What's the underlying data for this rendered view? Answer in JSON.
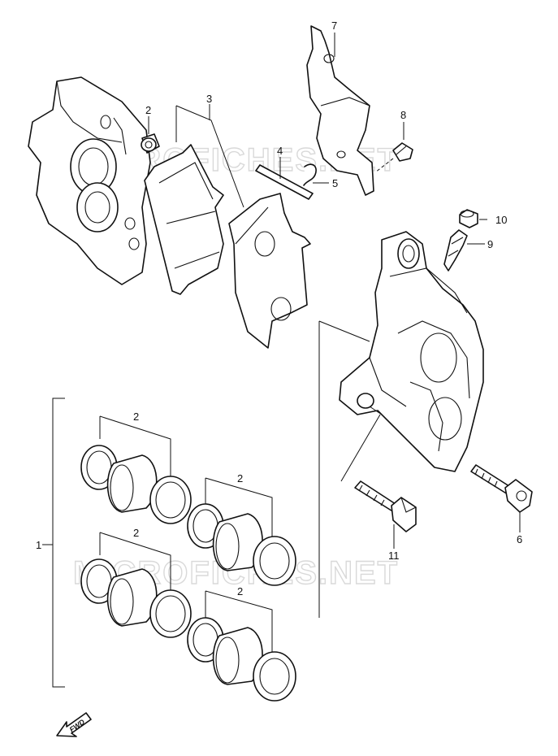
{
  "watermark": "MICROFICHES.NET",
  "fwd_label": "FWD",
  "callouts": {
    "c1": "1",
    "c2a": "2",
    "c2b": "2",
    "c2c": "2",
    "c2d": "2",
    "c2e": "2",
    "c3": "3",
    "c4": "4",
    "c5": "5",
    "c6": "6",
    "c7": "7",
    "c8": "8",
    "c9": "9",
    "c10": "10",
    "c11": "11"
  },
  "colors": {
    "line": "#111111",
    "watermark": "#d9d9d9",
    "background": "#ffffff"
  }
}
